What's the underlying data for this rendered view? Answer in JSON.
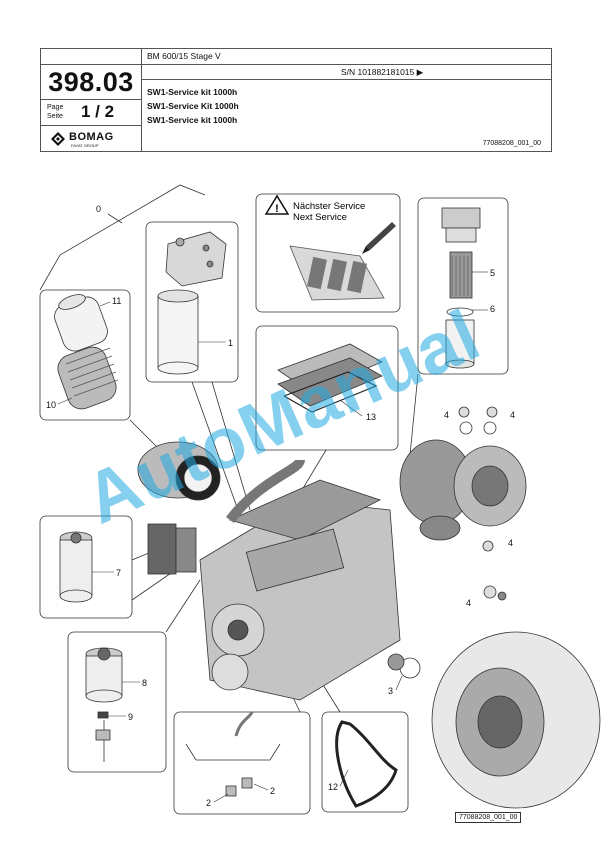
{
  "header": {
    "doc_number": "398.03",
    "page_label_de": "Page",
    "page_label_en": "Seite",
    "page_value": "1 / 2",
    "brand": "BOMAG",
    "brand_sub": "FAYAT GROUP",
    "model": "BM 600/15 Stage V",
    "serial": "S/N 101882181015  ▶",
    "kit_lines": [
      "SW1-Service kit 1000h",
      "SW1-Service Kit 1000h",
      "SW1-Service kit 1000h"
    ],
    "doc_ref": "77088208_001_00"
  },
  "diagram": {
    "service_sign_line1": "Nächster Service",
    "service_sign_line2": "Next Service",
    "callouts": [
      "0",
      "1",
      "2",
      "2",
      "3",
      "4",
      "4",
      "4",
      "4",
      "5",
      "6",
      "7",
      "8",
      "9",
      "10",
      "11",
      "12",
      "13"
    ],
    "bottom_ref": "77088208_001_00"
  },
  "watermark": "AutoManual"
}
